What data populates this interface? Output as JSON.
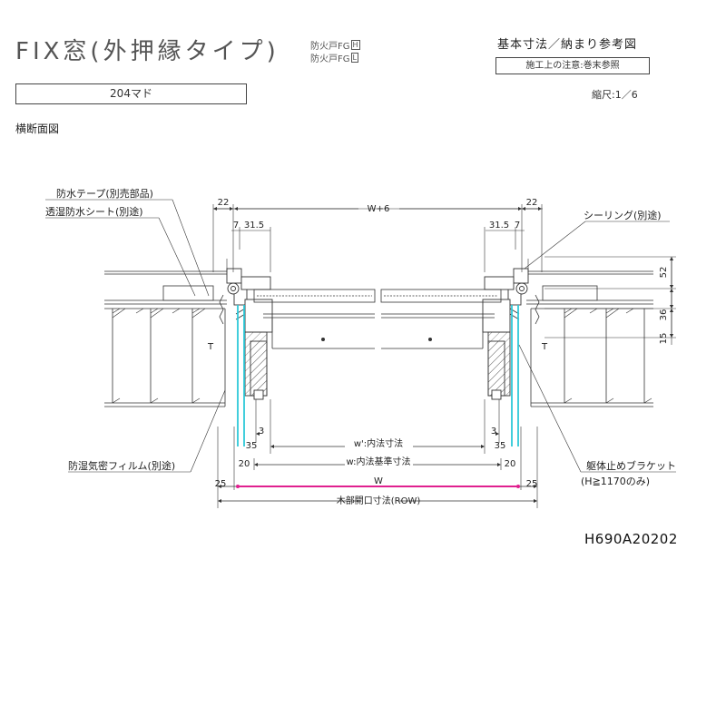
{
  "header": {
    "title": "FIX窓(外押縁タイプ)",
    "fire_rating_1": {
      "label": "防火戸FG",
      "suffix": "H"
    },
    "fire_rating_2": {
      "label": "防火戸FG",
      "suffix": "L"
    },
    "doc_type": "基本寸法／納まり参考図",
    "notice": "施工上の注意:巻末参照",
    "model": "204マド",
    "scale": "縮尺:1／6",
    "section_title": "横断面図"
  },
  "callouts": {
    "waterproof_tape": "防水テープ(別売部品)",
    "moisture_sheet": "透湿防水シート(別途)",
    "sealing": "シーリング(別途)",
    "vapor_film": "防湿気密フィルム(別途)",
    "bracket": "躯体止めブラケット",
    "bracket_note": "(H≧1170のみ)"
  },
  "dimensions": {
    "d22_left": "22",
    "d22_right": "22",
    "w_plus_6": "W+6",
    "d7_left": "7",
    "d31_5_left": "31.5",
    "d31_5_right": "31.5",
    "d7_right": "7",
    "d52": "52",
    "d36": "36",
    "d15": "15",
    "t_left": "T",
    "t_right": "T",
    "d3_left": "3",
    "d3_right": "3",
    "d35_left": "35",
    "d35_right": "35",
    "w_prime": "w':内法寸法",
    "d20_left": "20",
    "d20_right": "20",
    "w_small": "w:内法基準寸法",
    "d25_left": "25",
    "d25_right": "25",
    "w_big": "W",
    "row": "木部開口寸法(ROW)"
  },
  "drawing_code": "H690A20202",
  "colors": {
    "line": "#333333",
    "cyan_line": "#2ec8d8",
    "magenta_line": "#e0208f",
    "hatch": "#555555"
  }
}
